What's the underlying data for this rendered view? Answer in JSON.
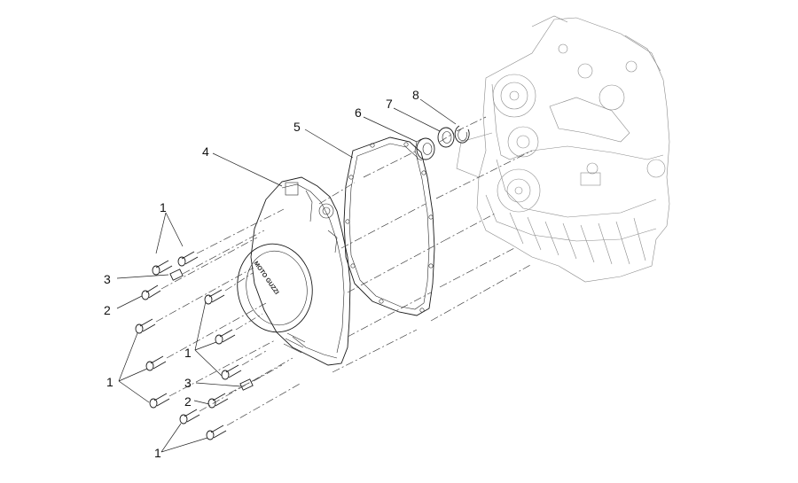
{
  "callouts": [
    {
      "id": "c1a",
      "text": "1"
    },
    {
      "id": "c3a",
      "text": "3"
    },
    {
      "id": "c2a",
      "text": "2"
    },
    {
      "id": "c1b",
      "text": "1"
    },
    {
      "id": "c1c",
      "text": "1"
    },
    {
      "id": "c3b",
      "text": "3"
    },
    {
      "id": "c2b",
      "text": "2"
    },
    {
      "id": "c1d",
      "text": "1"
    },
    {
      "id": "c4",
      "text": "4"
    },
    {
      "id": "c5",
      "text": "5"
    },
    {
      "id": "c6",
      "text": "6"
    },
    {
      "id": "c7",
      "text": "7"
    },
    {
      "id": "c8",
      "text": "8"
    }
  ],
  "cover_logo_text": "MOTO GUZZI",
  "colors": {
    "line": "#1a1a1a",
    "background": "#ffffff",
    "engine_line": "#8a8a8a"
  }
}
